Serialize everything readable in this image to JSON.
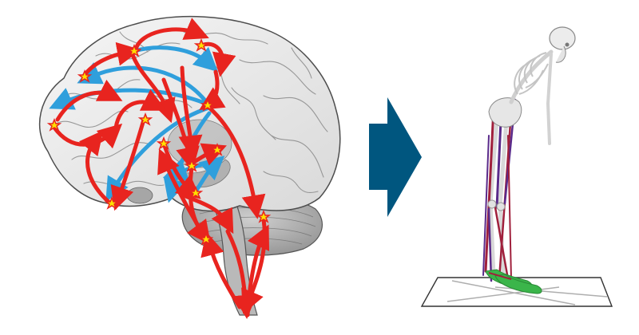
{
  "figure": {
    "left_panel": {
      "subject": "brain-network-illustration",
      "node_icon": "yellow-star-node"
    },
    "transition": {
      "icon": "right-arrow-icon"
    },
    "right_panel": {
      "subject": "standing-skeleton-musculoskeletal-model-bending-forward"
    },
    "colors": {
      "red_pathways": "#e8241f",
      "blue_pathways": "#2f9fdc",
      "node_fill": "#ffe000",
      "transition_arrow": "#00567f",
      "brain_fill": "#eeeeee",
      "brain_outline": "#555555",
      "muscle_red": "#a0203c",
      "muscle_purple": "#5a2a8a",
      "feet_green": "#3bb54a"
    }
  }
}
